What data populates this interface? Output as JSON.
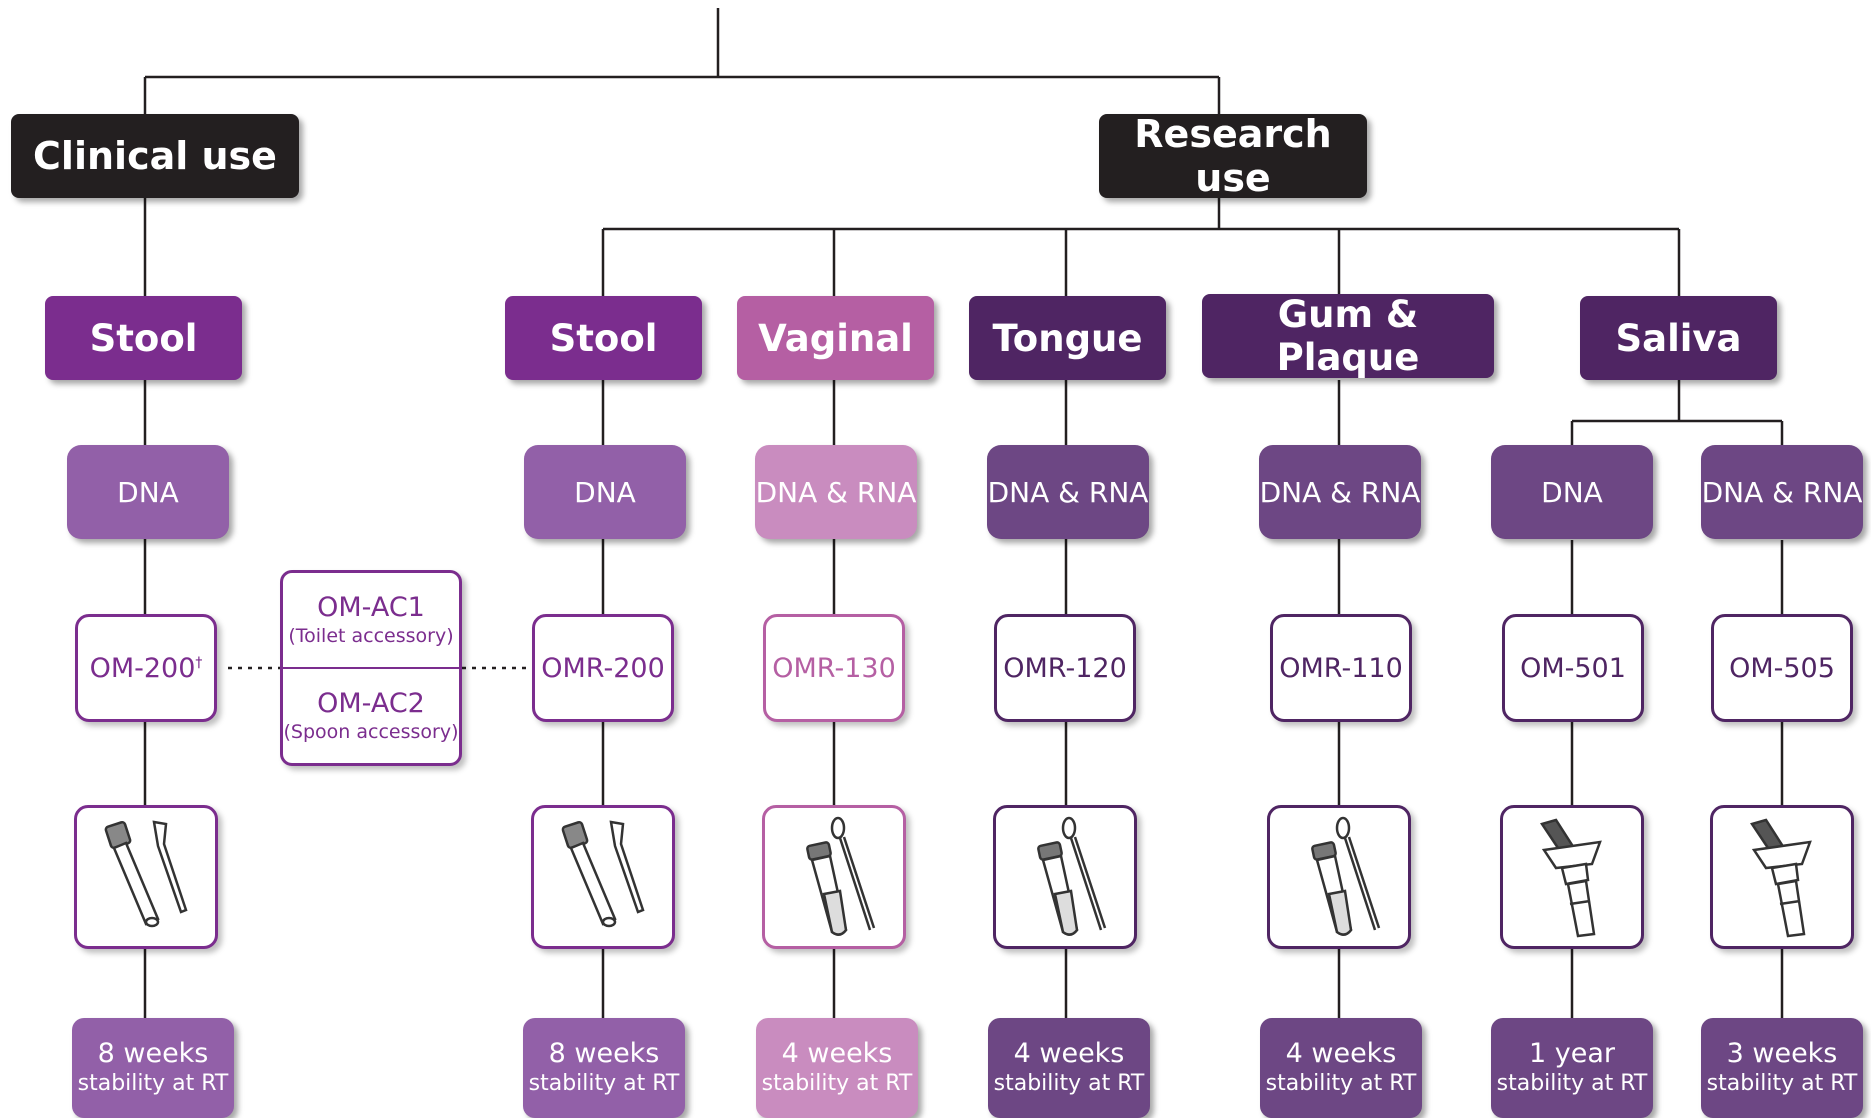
{
  "top": {
    "clinical_label": "Clinical use",
    "research_label": "Research use"
  },
  "accessories": {
    "ac1_code": "OM-AC1",
    "ac1_note": "(Toilet accessory)",
    "ac2_code": "OM-AC2",
    "ac2_note": "(Spoon accessory)"
  },
  "colors": {
    "dark_header": "#231f20",
    "stool": "#7b2d8e",
    "vaginal": "#b55fa3",
    "dark_purple": "#4f2563",
    "dna_light": "#9260a8",
    "dna_vaginal": "#c98cbf",
    "dna_dark": "#6d4784"
  },
  "branches": {
    "clinical_stool": {
      "category": "Stool",
      "nucleic": "DNA",
      "kit": "OM-200",
      "kit_mark": "†",
      "device_icon": "stool-tube-spatula-icon",
      "stability": "8 weeks",
      "stability_note": "stability at RT"
    },
    "research_stool": {
      "category": "Stool",
      "nucleic": "DNA",
      "kit": "OMR-200",
      "device_icon": "stool-tube-spatula-icon",
      "stability": "8 weeks",
      "stability_note": "stability at RT"
    },
    "vaginal": {
      "category": "Vaginal",
      "nucleic": "DNA & RNA",
      "kit": "OMR-130",
      "device_icon": "swab-tube-icon",
      "stability": "4 weeks",
      "stability_note": "stability at RT"
    },
    "tongue": {
      "category": "Tongue",
      "nucleic": "DNA & RNA",
      "kit": "OMR-120",
      "device_icon": "swab-tube-icon",
      "stability": "4 weeks",
      "stability_note": "stability at RT"
    },
    "gum": {
      "category": "Gum & Plaque",
      "nucleic": "DNA & RNA",
      "kit": "OMR-110",
      "device_icon": "swab-tube-icon",
      "stability": "4 weeks",
      "stability_note": "stability at RT"
    },
    "saliva": {
      "category": "Saliva"
    },
    "saliva_dna": {
      "nucleic": "DNA",
      "kit": "OM-501",
      "device_icon": "saliva-collector-icon",
      "stability": "1 year",
      "stability_note": "stability at RT"
    },
    "saliva_dna_rna": {
      "nucleic": "DNA & RNA",
      "kit": "OM-505",
      "device_icon": "saliva-collector-icon",
      "stability": "3 weeks",
      "stability_note": "stability at RT"
    }
  }
}
